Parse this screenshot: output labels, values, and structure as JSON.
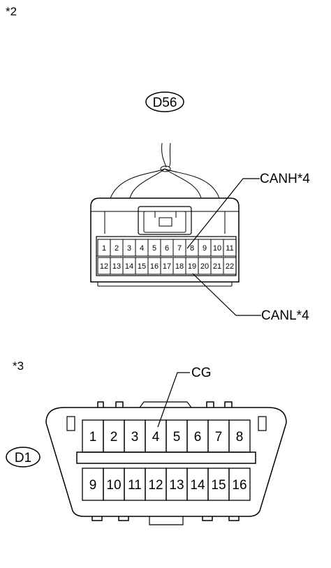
{
  "sections": [
    {
      "marker": "*2"
    },
    {
      "marker": "*3"
    }
  ],
  "connector_d56": {
    "id": "D56",
    "row1": [
      "1",
      "2",
      "3",
      "4",
      "5",
      "6",
      "7",
      "8",
      "9",
      "10",
      "11"
    ],
    "row2": [
      "12",
      "13",
      "14",
      "15",
      "16",
      "17",
      "18",
      "19",
      "20",
      "21",
      "22"
    ],
    "label_high": "CANH*4",
    "label_low": "CANL*4"
  },
  "connector_d1": {
    "id": "D1",
    "row1": [
      "1",
      "2",
      "3",
      "4",
      "5",
      "6",
      "7",
      "8"
    ],
    "row2": [
      "9",
      "10",
      "11",
      "12",
      "13",
      "14",
      "15",
      "16"
    ],
    "label_ground": "CG"
  }
}
